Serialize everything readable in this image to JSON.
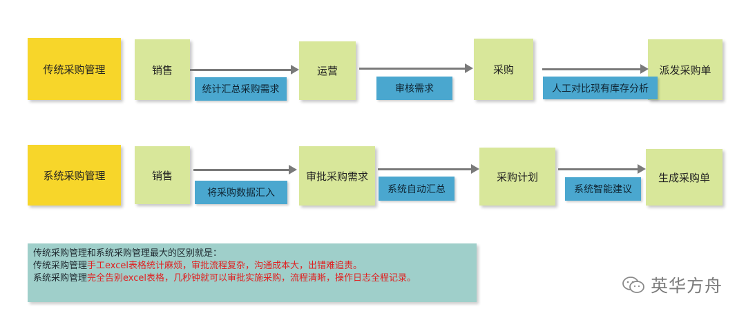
{
  "row1": {
    "head": "传统采购管理",
    "steps": [
      "销售",
      "运营",
      "采购",
      "派发采购单"
    ],
    "tags": [
      "统计汇总采购需求",
      "审核需求",
      "人工对比现有库存分析"
    ]
  },
  "row2": {
    "head": "系统采购管理",
    "steps": [
      "销售",
      "审批采购需求",
      "采购计划",
      "生成采购单"
    ],
    "tags": [
      "将采购数据汇入",
      "系统自动汇总",
      "系统智能建议"
    ]
  },
  "summary": {
    "line1": "传统采购管理和系统采购管理最大的区别就是：",
    "line2_prefix": "传统采购管理",
    "line2_red": "手工excel表格统计麻烦，审批流程复杂，沟通成本大，出错难追责。",
    "line3_prefix": "系统采购管理",
    "line3_red": "完全告别excel表格，几秒钟就可以审批实施采购，流程清晰，操作日志全程记录。"
  },
  "watermark": {
    "text": "英华方舟",
    "icon": "wechat-icon"
  },
  "colors": {
    "head": "#f7d62a",
    "step": "#d8e79a",
    "tag": "#4aa7cf",
    "summary_bg": "#9fcfca",
    "highlight": "#e02020"
  }
}
